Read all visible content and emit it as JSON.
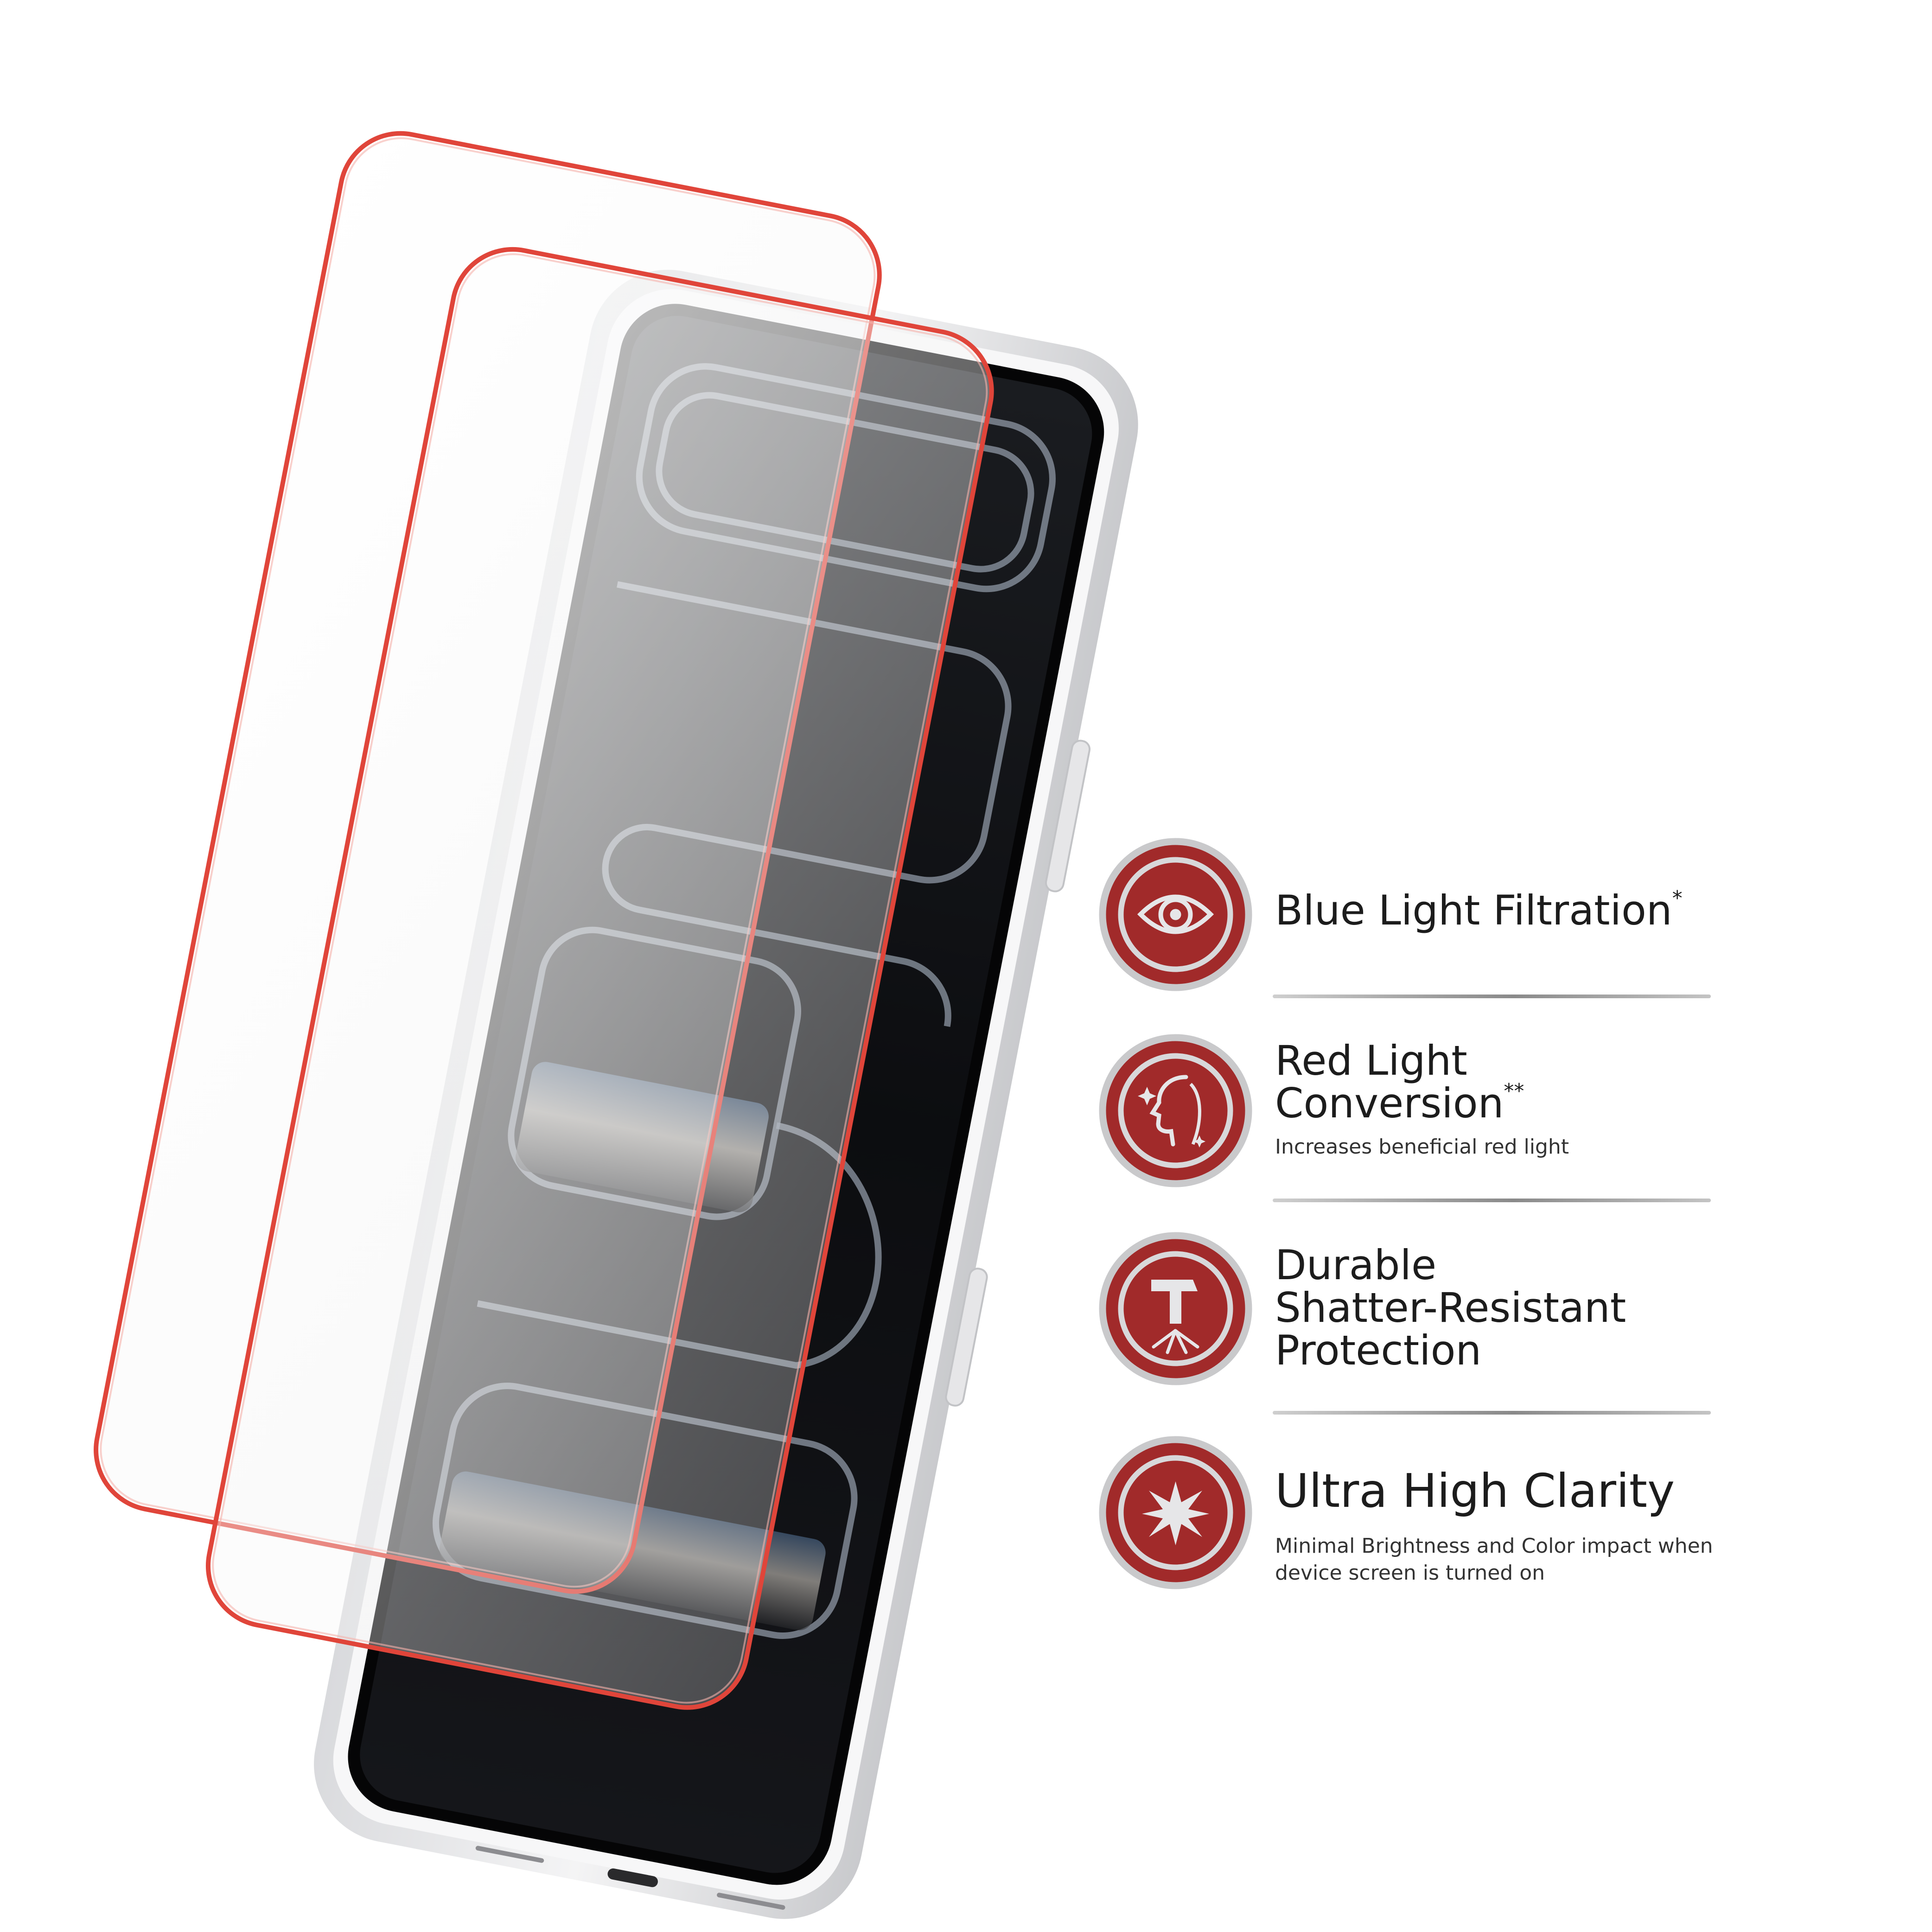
{
  "brand_color": "#a12a2a",
  "protector_edge_color": "#e0453a",
  "features": [
    {
      "icon": "eye-icon",
      "title": "Blue Light Filtration",
      "marker": "*",
      "subtitle": ""
    },
    {
      "icon": "face-glow-icon",
      "title_lines": [
        "Red Light",
        "Conversion"
      ],
      "marker": "**",
      "subtitle": "Increases beneficial red light"
    },
    {
      "icon": "hammer-shatter-icon",
      "title_lines": [
        "Durable",
        "Shatter-Resistant",
        "Protection"
      ],
      "marker": "",
      "subtitle": ""
    },
    {
      "icon": "sparkle-icon",
      "title": "Ultra High Clarity",
      "marker": "",
      "subtitle_lines": [
        "Minimal Brightness and Color impact when",
        "device screen is turned on"
      ]
    }
  ]
}
